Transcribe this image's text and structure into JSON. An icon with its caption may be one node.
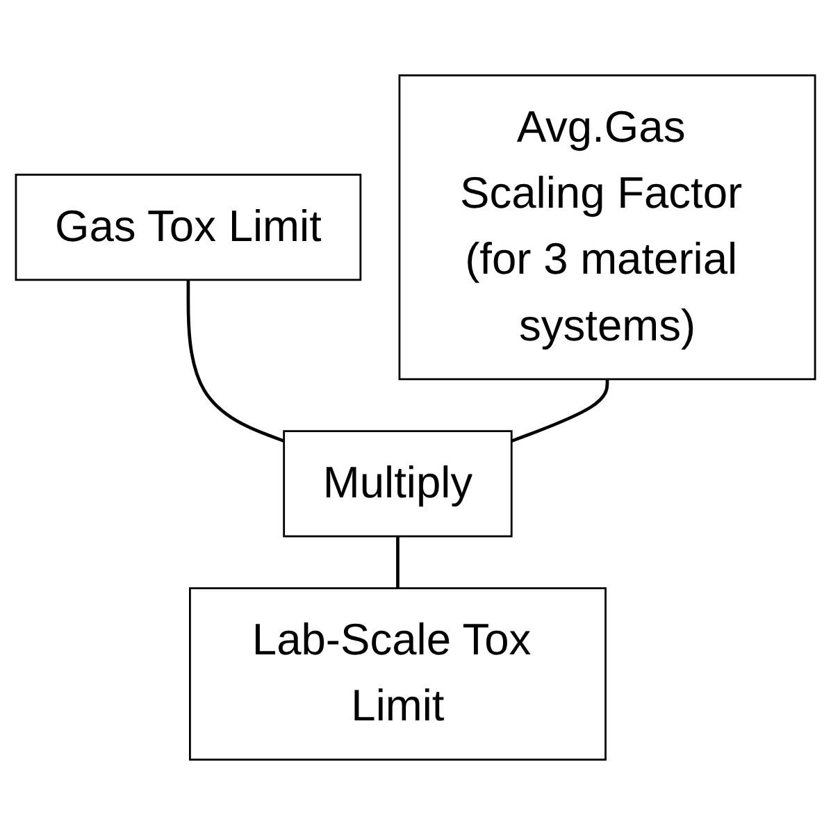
{
  "diagram": {
    "nodes": [
      {
        "text": [
          "Gas Tox Limit"
        ]
      },
      {
        "text": [
          "Avg.Gas Scaling Factor (for 3 material systems)"
        ]
      },
      {
        "text": [
          "Multiply"
        ]
      },
      {
        "text": [
          "Lab-Scale Tox Limit"
        ]
      }
    ],
    "edges": [
      {
        "from": 0,
        "to": 2,
        "arrow": "none"
      },
      {
        "from": 1,
        "to": 2,
        "arrow": "none"
      },
      {
        "from": 2,
        "to": 3,
        "arrow": "none"
      }
    ]
  }
}
